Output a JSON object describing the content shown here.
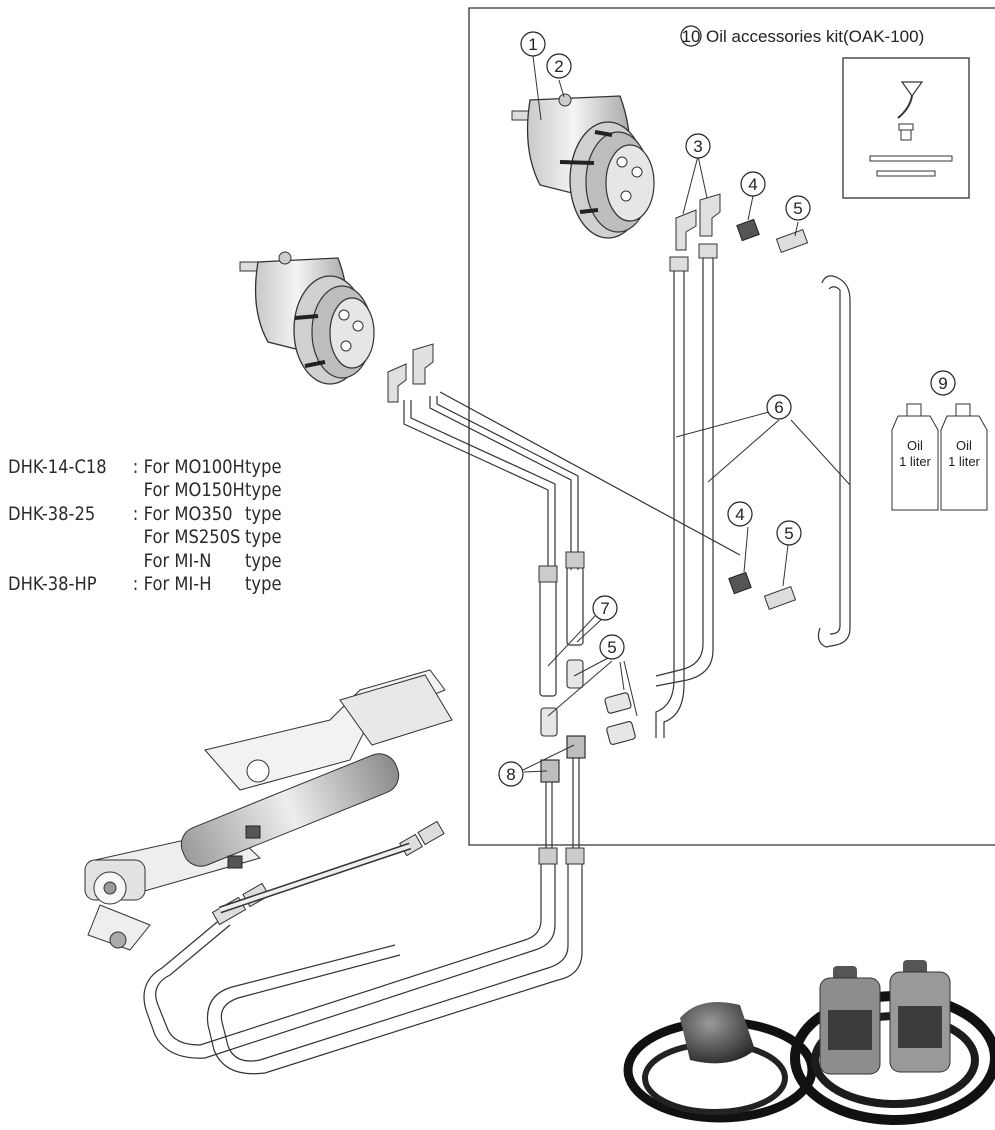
{
  "kit": {
    "number": "10",
    "label": "Oil accessories kit(OAK-100)"
  },
  "callouts": [
    "1",
    "2",
    "3",
    "4",
    "5",
    "6",
    "7",
    "8",
    "9"
  ],
  "oil_bottles": [
    {
      "line1": "Oil",
      "line2": "1 liter"
    },
    {
      "line1": "Oil",
      "line2": "1 liter"
    }
  ],
  "model_table": [
    {
      "code": "DHK-14-C18",
      "sep": ":",
      "for": "For MO100H",
      "type": "type"
    },
    {
      "code": "",
      "sep": "",
      "for": "For MO150H",
      "type": "type"
    },
    {
      "code": "DHK-38-25",
      "sep": ":",
      "for": "For MO350",
      "type": "type"
    },
    {
      "code": "",
      "sep": "",
      "for": "For MS250S",
      "type": "type"
    },
    {
      "code": "",
      "sep": "",
      "for": "For MI-N",
      "type": "type"
    },
    {
      "code": "DHK-38-HP",
      "sep": ":",
      "for": "For MI-H",
      "type": "type"
    }
  ]
}
